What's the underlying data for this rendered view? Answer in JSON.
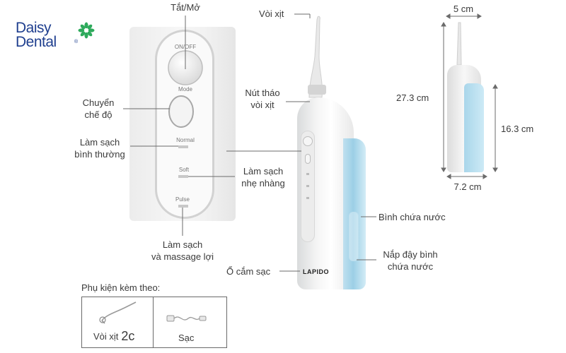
{
  "logo": {
    "line1": "Daisy",
    "line2": "Dental",
    "registered": "®"
  },
  "panel": {
    "callouts": {
      "power": "Tắt/Mở",
      "mode_line1": "Chuyển",
      "mode_line2": "chế độ",
      "normal_line1": "Làm sạch",
      "normal_line2": "bình thường",
      "soft_line1": "Làm sạch",
      "soft_line2": "nhẹ nhàng",
      "pulse_line1": "Làm sạch",
      "pulse_line2": "và massage lợi"
    },
    "controls": {
      "onoff": "ON/OFF",
      "mode": "Mode",
      "normal": "Normal",
      "soft": "Soft",
      "pulse": "Pulse"
    }
  },
  "device": {
    "brand": "LAPIDO",
    "callouts": {
      "nozzle": "Vòi xịt",
      "release_line1": "Nút tháo",
      "release_line2": "vòi xịt",
      "tank": "Bình chứa nước",
      "cap_line1": "Nắp đậy bình",
      "cap_line2": "chứa nước",
      "charge_port": "Ổ cắm sạc"
    }
  },
  "dimensions": {
    "width_top": "5 cm",
    "height_total": "27.3 cm",
    "height_tank": "16.3 cm",
    "width_bottom": "7.2 cm"
  },
  "accessories": {
    "title": "Phụ kiện kèm theo:",
    "items": [
      {
        "name": "Vòi xịt",
        "count": "2c"
      },
      {
        "name": "Sạc",
        "count": ""
      }
    ]
  },
  "colors": {
    "logo_blue": "#1f3f8f",
    "logo_flower": "#2eaa5c",
    "tank_blue": "#9ccfe6",
    "callout_line": "#6b6b6b"
  }
}
